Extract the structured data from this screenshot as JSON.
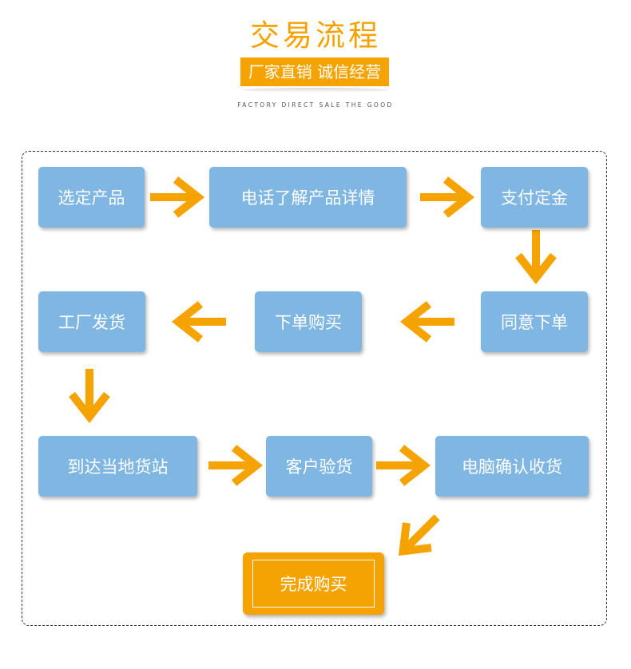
{
  "header": {
    "title": "交易流程",
    "banner": "厂家直销  诚信经营",
    "subtitle": "FACTORY DIRECT SALE THE GOOD"
  },
  "steps": [
    "选定产品",
    "电话了解产品详情",
    "支付定金",
    "同意下单",
    "下单购买",
    "工厂发货",
    "到达当地货站",
    "客户验货",
    "电脑确认收货",
    "完成购买"
  ],
  "colors": {
    "accent": "#f5a300",
    "step_box": "#7fb6e2",
    "text_on_box": "#ffffff"
  }
}
